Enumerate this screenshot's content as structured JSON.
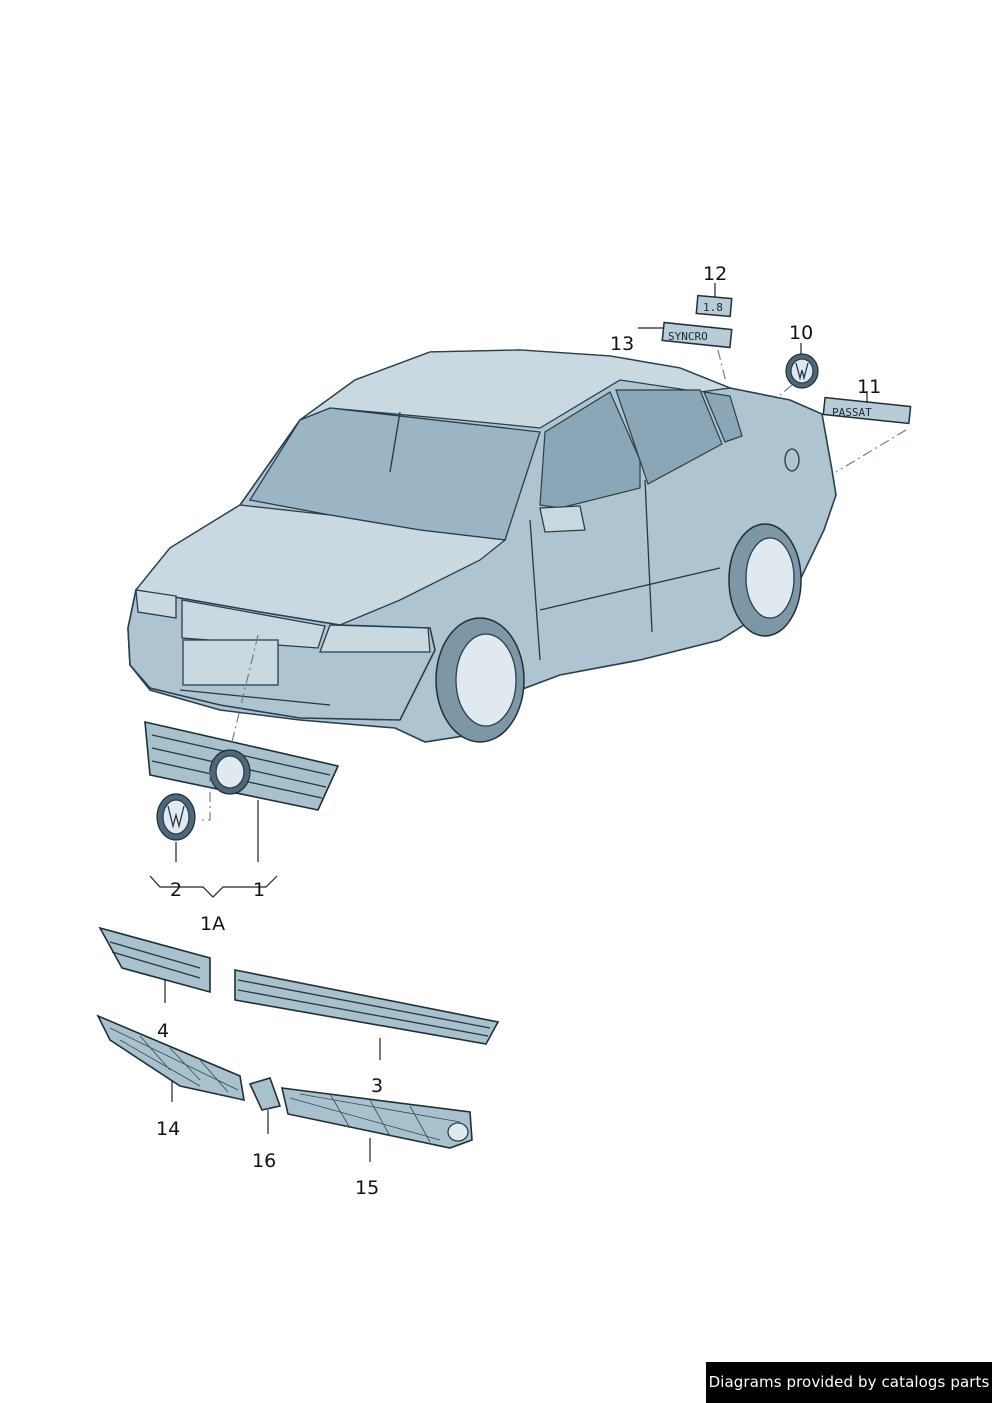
{
  "diagram": {
    "callouts": {
      "p1": "1",
      "p1a": "1A",
      "p2": "2",
      "p3": "3",
      "p4": "4",
      "p10": "10",
      "p11": "11",
      "p12": "12",
      "p13": "13",
      "p14": "14",
      "p15": "15",
      "p16": "16"
    },
    "badges": {
      "displacement": "1.8",
      "drive": "SYNCRO",
      "model": "PASSAT"
    }
  },
  "footer": {
    "text": "Diagrams provided by catalogs parts"
  },
  "colors": {
    "body": "#aec4d0",
    "outline": "#2a3f4b",
    "footer_bg": "#000000",
    "footer_text": "#ffffff"
  }
}
